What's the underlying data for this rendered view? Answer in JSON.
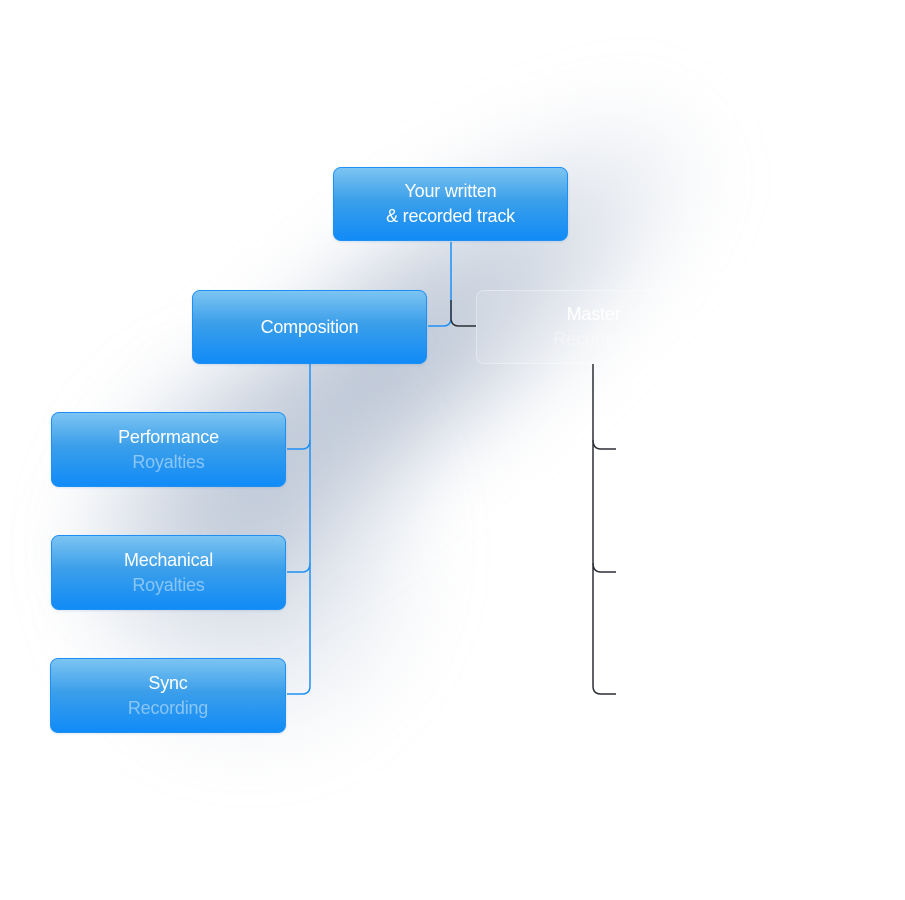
{
  "diagram": {
    "root": {
      "line1": "Your written",
      "line2": "& recorded track"
    },
    "composition": {
      "label": "Composition"
    },
    "master": {
      "label": "Master",
      "sub": "Recording"
    },
    "composition_children": [
      {
        "label": "Performance",
        "sub": "Royalties"
      },
      {
        "label": "Mechanical",
        "sub": "Royalties"
      },
      {
        "label": "Sync",
        "sub": "Recording"
      }
    ],
    "colors": {
      "box_top": "#7cc4f2",
      "box_bottom": "#118bf7",
      "box_border": "#1e90f4",
      "connector_blue": "#1e90f4",
      "connector_dark": "#2b2f36"
    }
  }
}
